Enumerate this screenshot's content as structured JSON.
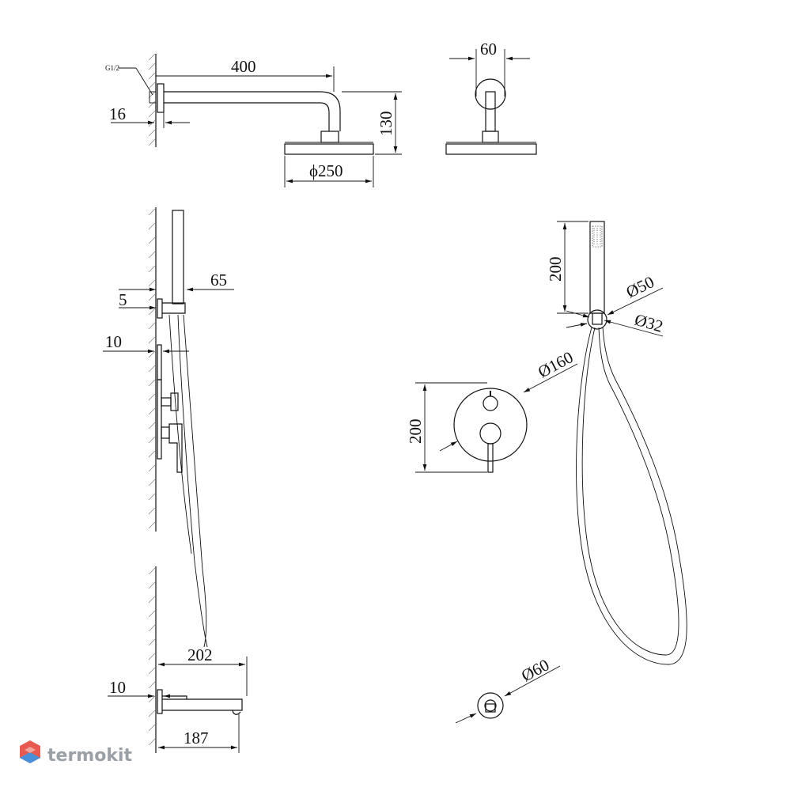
{
  "thread_label": "G1/2",
  "dimensions": {
    "arm_length": "400",
    "wall_offset_top": "16",
    "arm_drop": "130",
    "head_diameter": "ϕ250",
    "arm_width": "60",
    "hand_bracket_offset": "5",
    "hand_bracket_depth": "65",
    "valve_plate_gap": "10",
    "spout_plate_gap": "10",
    "spout_length": "202",
    "spout_reach": "187",
    "handshower_length": "200",
    "handshower_diameter": "Ø50",
    "handshower_neck_diameter": "Ø32",
    "valve_plate_diameter": "Ø160",
    "valve_plate_height": "200",
    "outlet_diameter": "Ø60"
  },
  "watermark": {
    "text": "termokit",
    "colors": [
      "#e8594f",
      "#4a90d9",
      "#9aa0a6"
    ]
  }
}
